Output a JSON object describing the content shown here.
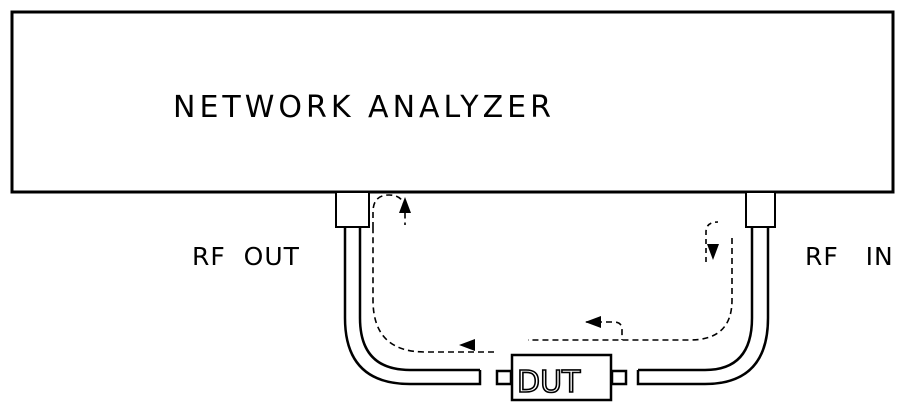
{
  "diagram": {
    "analyzer_label": "NETWORK ANALYZER",
    "port_out_label": "RF  OUT",
    "port_in_label": "RF   IN",
    "dut_label": "DUT"
  },
  "colors": {
    "line": "#000000",
    "background": "#ffffff"
  }
}
